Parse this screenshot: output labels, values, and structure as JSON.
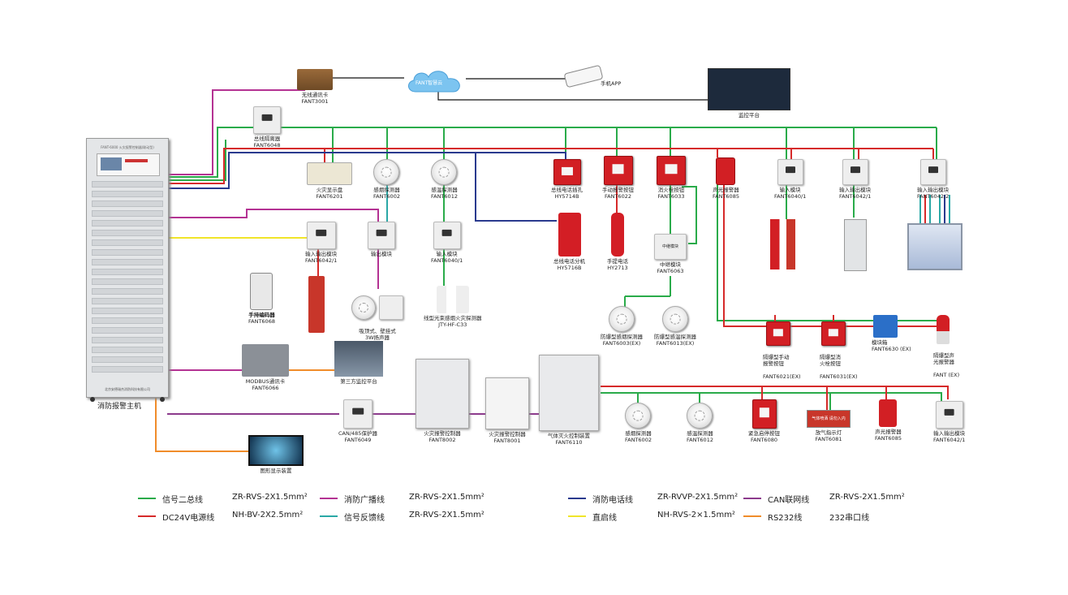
{
  "title": "消防报警主机",
  "host": {
    "name": "消防报警主机",
    "panel_text": "FANT-6000 火灾报警控制器(联动型)",
    "footer_text": "北京安德瑞杰消防科技有限公司"
  },
  "cloud": {
    "label": "FANT智慧云"
  },
  "top": [
    {
      "key": "wireless",
      "name": "无线通讯卡",
      "model": "FANT3001"
    },
    {
      "key": "app",
      "name": "手机APP",
      "model": ""
    },
    {
      "key": "monitor",
      "name": "监控平台",
      "model": ""
    },
    {
      "key": "isolator",
      "name": "总线隔离器",
      "model": "FANT6048"
    }
  ],
  "bus_devices": [
    {
      "key": "fire-display",
      "name": "火灾显示盘",
      "model": "FANT6201"
    },
    {
      "key": "smoke-detector",
      "name": "感烟探测器",
      "model": "FANT6002"
    },
    {
      "key": "heat-detector",
      "name": "感温探测器",
      "model": "FANT6012"
    },
    {
      "key": "phone-jack",
      "name": "总线电话插孔",
      "model": "HY5714B"
    },
    {
      "key": "manual-alarm",
      "name": "手动报警按钮",
      "model": "FANT6022"
    },
    {
      "key": "hydrant-button",
      "name": "消火栓按钮",
      "model": "FANT6033"
    },
    {
      "key": "sound-light",
      "name": "声光报警器",
      "model": "FANT6085"
    },
    {
      "key": "input-module",
      "name": "输入模块",
      "model": "FANT6040/1"
    },
    {
      "key": "io-module-1",
      "name": "输入输出模块",
      "model": "FANT6042/1"
    },
    {
      "key": "io-module-2",
      "name": "输入输出模块",
      "model": "FANT6042/2"
    }
  ],
  "second_row": [
    {
      "key": "io-module-3",
      "name": "输入输出模块",
      "model": "FANT6042/1"
    },
    {
      "key": "output-module",
      "name": "输出模块",
      "model": ""
    },
    {
      "key": "input-module-2",
      "name": "输入模块",
      "model": "FANT6040/1"
    },
    {
      "key": "phone-ext",
      "name": "总线电话分机",
      "model": "HY5716B"
    },
    {
      "key": "handset",
      "name": "手提电话",
      "model": "HY2713"
    },
    {
      "key": "relay-module",
      "name": "中继模块",
      "model": "FANT6063",
      "screen_text": "中继模块"
    }
  ],
  "third_row": [
    {
      "key": "tester",
      "name": "手持编码器",
      "model": "FANT6068"
    },
    {
      "key": "speakers",
      "name": "吸顶式、壁挂式\n3W扬声器",
      "model": ""
    },
    {
      "key": "beam-detector",
      "name": "线型光束感烟火灾探测器",
      "model": "JTY-HF-C33"
    },
    {
      "key": "ex-smoke",
      "name": "防爆型感烟探测器",
      "model": "FANT6003(EX)"
    },
    {
      "key": "ex-heat",
      "name": "防爆型感温探测器",
      "model": "FANT6013(EX)"
    },
    {
      "key": "ex-manual",
      "name": "隔爆型手动\n报警按钮",
      "model": "FANT6021(EX)"
    },
    {
      "key": "ex-hydrant",
      "name": "隔爆型消\n火栓按钮",
      "model": "FANT6031(EX)"
    },
    {
      "key": "module-box",
      "name": "模块箱",
      "model": "FANT6630 (EX)"
    },
    {
      "key": "ex-sound-light",
      "name": "隔爆型声\n光报警器",
      "model": "FANT (EX)"
    }
  ],
  "lower": [
    {
      "key": "modbus",
      "name": "MODBUS通讯卡",
      "model": "FANT6066"
    },
    {
      "key": "third-party",
      "name": "第三方监控平台",
      "model": ""
    },
    {
      "key": "can485",
      "name": "CAN/485保护器",
      "model": "FANT6049"
    },
    {
      "key": "fire-controller",
      "name": "火灾报警控制器",
      "model": "FANT8002"
    },
    {
      "key": "fire-controller-2",
      "name": "火灾报警控制器",
      "model": "FANT8001"
    },
    {
      "key": "gas-controller",
      "name": "气体灭火控制装置",
      "model": "FANT6110"
    },
    {
      "key": "graphic",
      "name": "图形显示装置",
      "model": ""
    }
  ],
  "gas_devices": [
    {
      "key": "g-smoke",
      "name": "感烟探测器",
      "model": "FANT6002"
    },
    {
      "key": "g-heat",
      "name": "感温探测器",
      "model": "FANT6012"
    },
    {
      "key": "g-emergency",
      "name": "紧急启停按钮",
      "model": "FANT6080"
    },
    {
      "key": "g-release",
      "name": "放气指示灯",
      "model": "FANT6081"
    },
    {
      "key": "g-sound",
      "name": "声光报警器",
      "model": "FANT6085"
    },
    {
      "key": "g-io",
      "name": "输入输出模块",
      "model": "FANT6042/1"
    }
  ],
  "release_lamp_text": "气体喷洒 请勿入内",
  "legend": [
    {
      "name": "信号二总线",
      "spec": "ZR-RVS-2X1.5mm²",
      "color": "#2aab4a"
    },
    {
      "name": "DC24V电源线",
      "spec": "NH-BV-2X2.5mm²",
      "color": "#d62a2a"
    },
    {
      "name": "消防广播线",
      "spec": "ZR-RVS-2X1.5mm²",
      "color": "#b43293"
    },
    {
      "name": "信号反馈线",
      "spec": "ZR-RVS-2X1.5mm²",
      "color": "#2aa8a6"
    },
    {
      "name": "消防电话线",
      "spec": "ZR-RVVP-2X1.5mm²",
      "color": "#2a3a8e"
    },
    {
      "name": "直启线",
      "spec": "NH-RVS-2×1.5mm²",
      "color": "#f0e52a"
    },
    {
      "name": "CAN联网线",
      "spec": "ZR-RVS-2X1.5mm²",
      "color": "#8c3a8c"
    },
    {
      "name": "RS232线",
      "spec": "232串口线",
      "color": "#f08c2a"
    }
  ]
}
